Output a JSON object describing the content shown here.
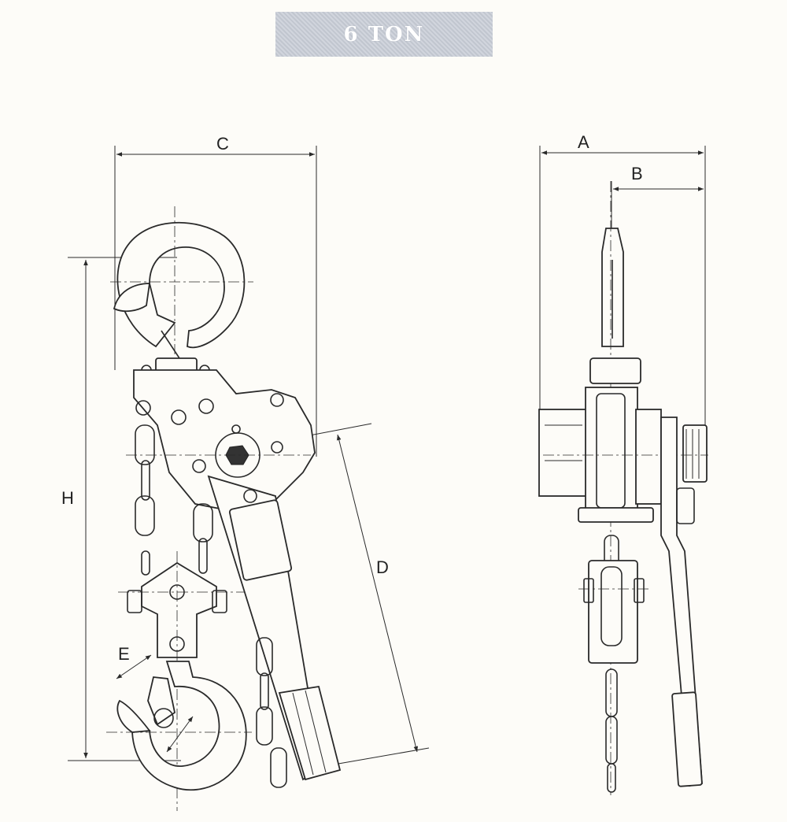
{
  "title": "6 TON",
  "dimensions": {
    "a": "A",
    "b": "B",
    "c": "C",
    "d": "D",
    "e": "E",
    "h": "H"
  }
}
